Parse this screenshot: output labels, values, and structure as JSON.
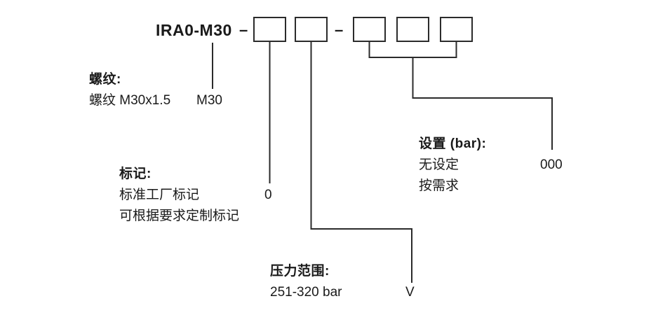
{
  "header": {
    "model": "IRA0-M30",
    "dash": "–"
  },
  "labels": {
    "thread": {
      "title": "螺纹:",
      "rows": [
        {
          "text": "螺纹 M30x1.5",
          "code": "M30"
        }
      ]
    },
    "marking": {
      "title": "标记:",
      "rows": [
        {
          "text": "标准工厂标记",
          "code": "0"
        },
        {
          "text": "可根据要求定制标记",
          "code": ""
        }
      ]
    },
    "setting": {
      "title": "设置 (bar):",
      "rows": [
        {
          "text": "无设定",
          "code": "000"
        },
        {
          "text": "按需求",
          "code": ""
        }
      ]
    },
    "pressure": {
      "title": "压力范围:",
      "rows": [
        {
          "text": "251-320 bar",
          "code": "V"
        }
      ]
    }
  },
  "colors": {
    "text": "#1a1a1a",
    "line": "#2b2b2b",
    "background": "#ffffff"
  }
}
